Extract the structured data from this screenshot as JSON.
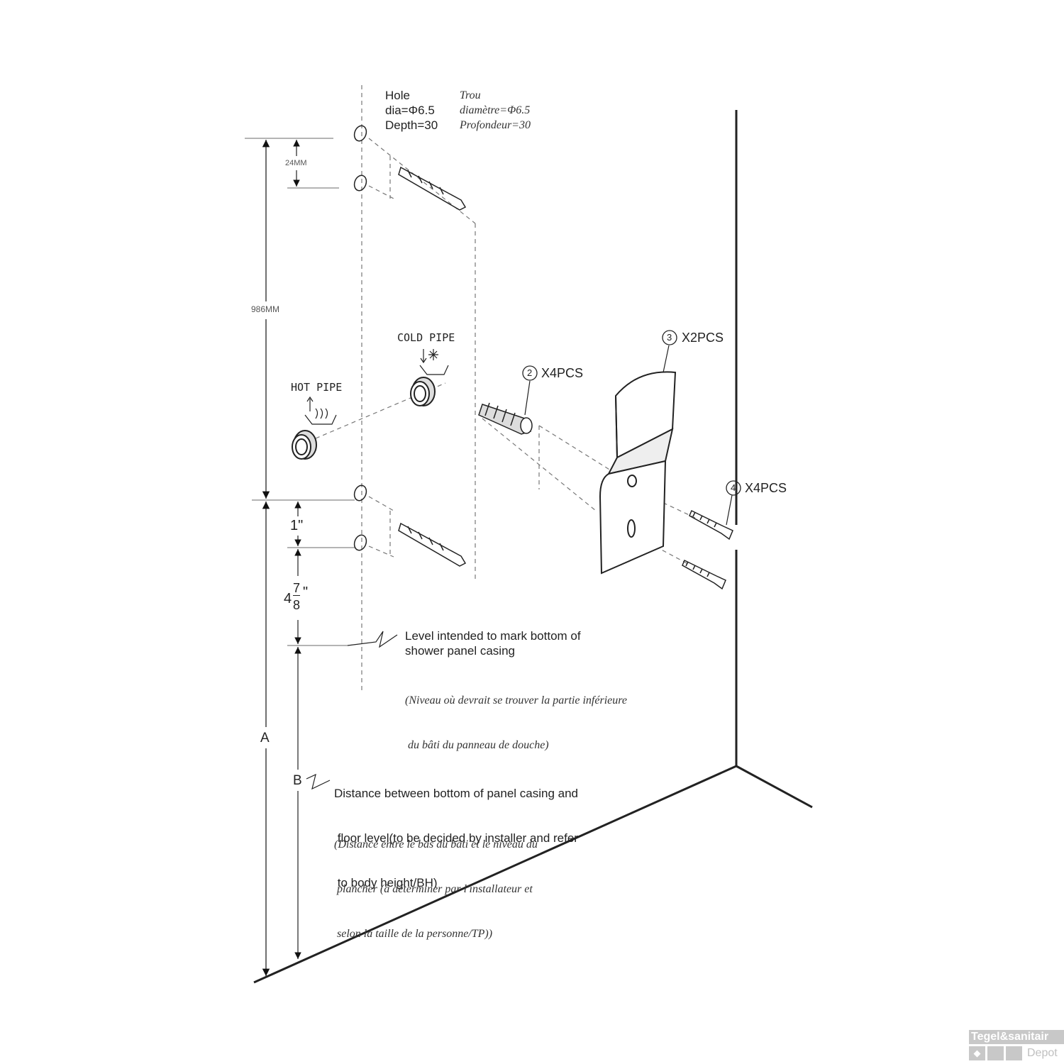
{
  "hole_spec": {
    "en": [
      "Hole",
      "dia=Φ6.5",
      "Depth=30"
    ],
    "fr": [
      "Trou",
      "diamètre=Φ6.5",
      "Profondeur=30"
    ]
  },
  "dimensions": {
    "d24": "24MM",
    "d986": "986MM",
    "d1": "1\"",
    "d4_whole": "4",
    "d4_num": "7",
    "d4_den": "8",
    "d4_unit": "\"",
    "a": "A",
    "b": "B"
  },
  "pipes": {
    "cold": "COLD PIPE",
    "hot": "HOT PIPE"
  },
  "parts": [
    {
      "num": "2",
      "qty": "X4PCS"
    },
    {
      "num": "3",
      "qty": "X2PCS"
    },
    {
      "num": "4",
      "qty": "X4PCS"
    }
  ],
  "level_note": {
    "en": [
      "Level intended to mark bottom of",
      "shower panel casing"
    ],
    "fr": [
      "(Niveau où devrait se trouver la partie inférieure",
      " du bâti du panneau de douche)"
    ]
  },
  "distance_note": {
    "en": [
      "Distance between bottom of panel casing and",
      " floor level(to be decided by installer and refer",
      " to body height/BH)"
    ],
    "fr": [
      "(Distance entre le bas du bâti et le niveau du",
      " plancher (à déterminer par l'installateur et",
      " selon la taille de la personne/TP))"
    ]
  },
  "watermark": {
    "line1": "Tegel&sanitair",
    "line2": "Depot"
  }
}
